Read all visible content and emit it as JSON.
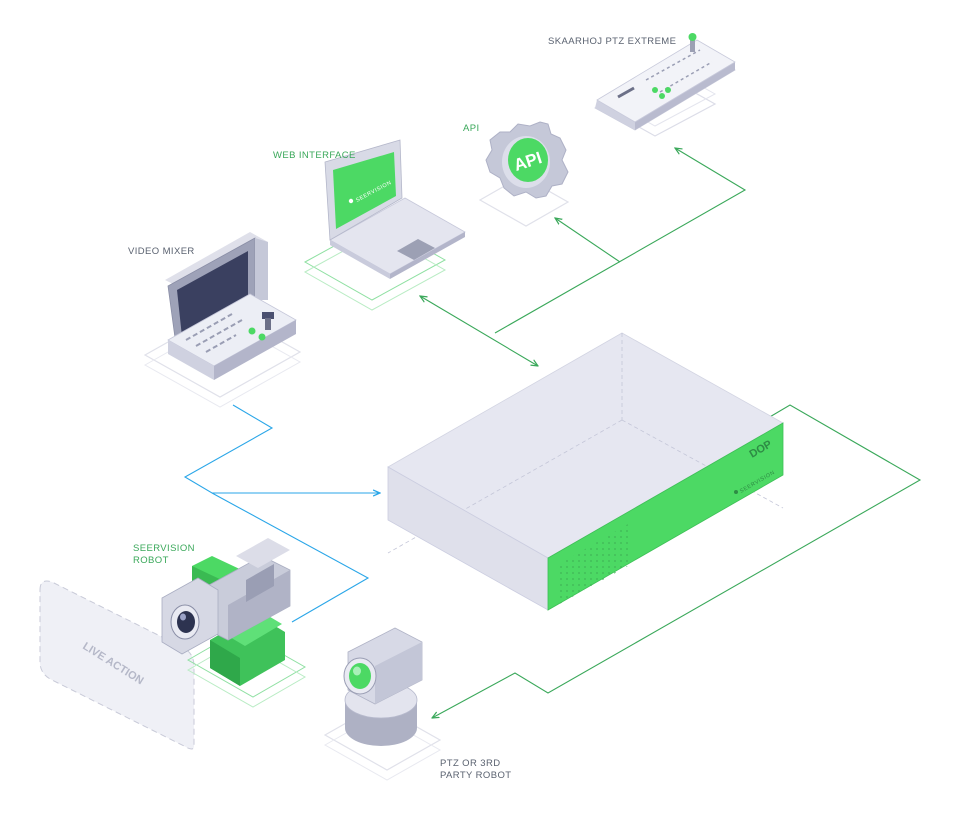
{
  "labels": {
    "skaarhoj": "SKAARHOJ PTZ EXTREME",
    "api_label": "API",
    "api_gear_text": "API",
    "web_interface": "WEB INTERFACE",
    "laptop_screen_brand": "SEERVISION",
    "video_mixer": "VIDEO MIXER",
    "dop": "DOP",
    "dop_brand": "SEERVISION",
    "seervision_robot_line1": "SEERVISION",
    "seervision_robot_line2": "ROBOT",
    "live_action": "LIVE ACTION",
    "ptz_line1": "PTZ OR 3RD",
    "ptz_line2": "PARTY ROBOT"
  },
  "colors": {
    "green": "#4cd964",
    "green_dark": "#2fa84a",
    "green_line": "#3aa85a",
    "blue_line": "#2aa6e8",
    "label_gray": "#5a6270",
    "device_light": "#e9eaf3",
    "device_mid": "#d3d5e4",
    "device_dark": "#9ca0b4"
  }
}
